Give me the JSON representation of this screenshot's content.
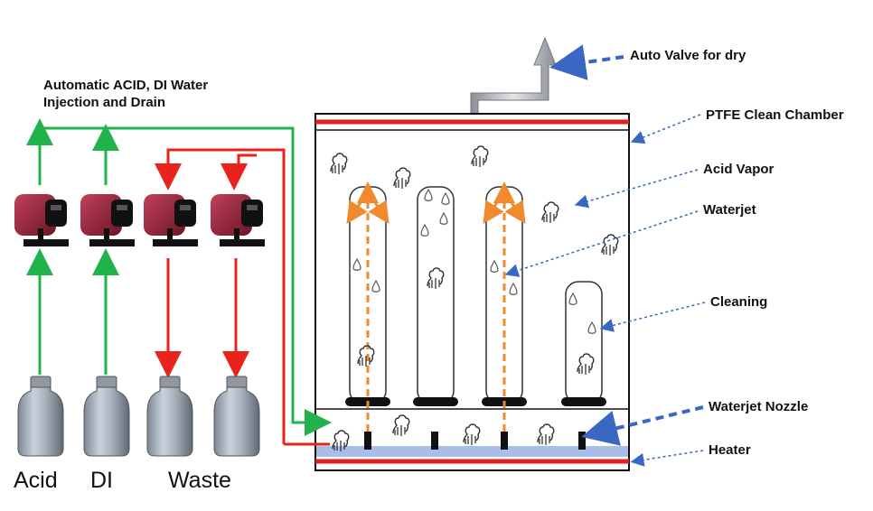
{
  "labels": {
    "auto_valve": "Auto Valve for dry",
    "injection_line1": "Automatic ACID, DI Water",
    "injection_line2": "Injection and Drain",
    "ptfe_chamber": "PTFE Clean Chamber",
    "acid_vapor": "Acid Vapor",
    "waterjet": "Waterjet",
    "cleaning": "Cleaning",
    "waterjet_nozzle": "Waterjet Nozzle",
    "heater": "Heater",
    "bottle_acid": "Acid",
    "bottle_di": "DI",
    "bottle_waste": "Waste"
  },
  "colors": {
    "supply_line": "#22b24c",
    "drain_line": "#e8231c",
    "waterjet_arrow": "#f08a2c",
    "pointer": "#3a66c4",
    "heater": "#a9bde6",
    "chamber_red": "#e01f1f"
  },
  "icons": {
    "pump": "peristaltic-pump-icon",
    "bottle": "glass-bottle-icon",
    "vapor": "vapor-cloud-icon",
    "droplet": "water-droplet-icon",
    "exhaust": "exhaust-arrow-icon"
  }
}
